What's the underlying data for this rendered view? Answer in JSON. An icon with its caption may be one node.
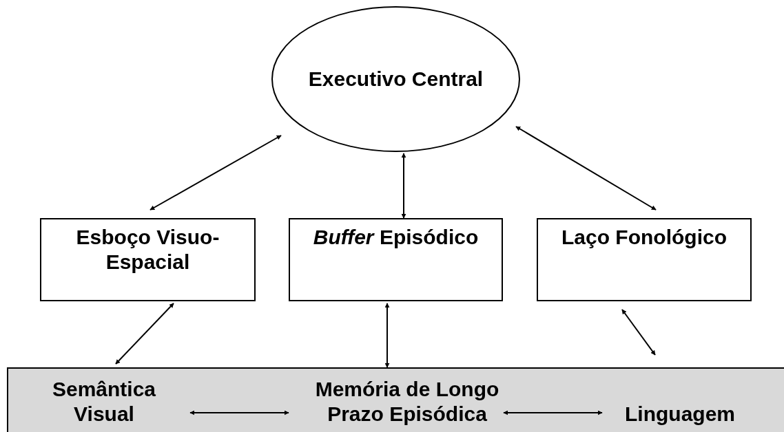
{
  "diagram": {
    "nodes": [
      {
        "text": [
          "Executivo Central"
        ]
      },
      {
        "text": [
          "Esboço Visuo-Espacial"
        ]
      },
      {
        "text": [
          "*Buffer* Episódico"
        ]
      },
      {
        "text": [
          "Laço Fonológico"
        ]
      },
      {
        "text": [],
        "shape": "box"
      },
      {
        "text": [
          "Semântica Visual"
        ],
        "in": 4
      },
      {
        "text": [
          "Memória de Longo Prazo Episódica"
        ],
        "in": 4
      },
      {
        "text": [
          "Linguagem"
        ],
        "in": 4
      }
    ],
    "edges": [
      {
        "from": 0,
        "to": 1,
        "arrow": "both"
      },
      {
        "from": 0,
        "to": 2,
        "arrow": "both"
      },
      {
        "from": 0,
        "to": 3,
        "arrow": "both"
      },
      {
        "from": 1,
        "to": 5,
        "arrow": "both"
      },
      {
        "from": 2,
        "to": 6,
        "arrow": "both"
      },
      {
        "from": 3,
        "to": 7,
        "arrow": "both"
      },
      {
        "from": 5,
        "to": 6,
        "arrow": "both"
      },
      {
        "from": 6,
        "to": 7,
        "arrow": "both"
      }
    ]
  }
}
